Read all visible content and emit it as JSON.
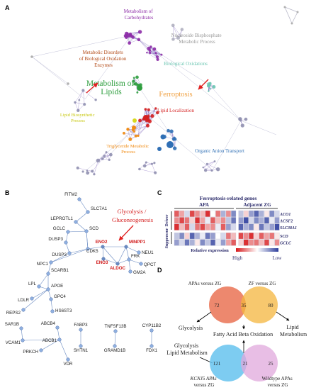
{
  "panels": {
    "a": "A",
    "b": "B",
    "c": "C",
    "d": "D"
  },
  "network": {
    "labels": [
      {
        "key": "carb",
        "text": [
          "Metabolism of",
          "Carbohydrates"
        ],
        "color": "#8d2ca7"
      },
      {
        "key": "nucleo",
        "text": [
          "Nucleoside Bisphosphate",
          "Metabolic Process"
        ],
        "color": "#9a9a9a"
      },
      {
        "key": "disorders",
        "text": [
          "Metabolic Disorders",
          "of Biological Oxidation",
          "Enzymes"
        ],
        "color": "#b34a16"
      },
      {
        "key": "bioox",
        "text": [
          "Biological Oxidations"
        ],
        "color": "#6cc6b2"
      },
      {
        "key": "lipids",
        "text": [
          "Metabolism of",
          "Lipids"
        ],
        "color": "#2e9e3e"
      },
      {
        "key": "ferro",
        "text": [
          "Ferroptosis"
        ],
        "color": "#f0a040"
      },
      {
        "key": "lipidbio",
        "text": [
          "Lipid Biosynthetic",
          "Process"
        ],
        "color": "#d8d820"
      },
      {
        "key": "lipidloc",
        "text": [
          "Lipid Localization"
        ],
        "color": "#d42020"
      },
      {
        "key": "trig",
        "text": [
          "Triglyceride Metabolic",
          "Process"
        ],
        "color": "#f08a10"
      },
      {
        "key": "anion",
        "text": [
          "Organic Anion Transport"
        ],
        "color": "#2f6fb5"
      }
    ]
  },
  "ppi": {
    "annotation": [
      "Glycolysis /",
      "Gluconeogenesis"
    ],
    "genes": [
      "FITM2",
      "SLC7A1",
      "LEPROTL1",
      "SCD",
      "GCLC",
      "DUSP3",
      "DUSP3",
      "CDK5",
      "NPC1",
      "SCARB1",
      "LPL",
      "APOE",
      "LDLR",
      "GPC4",
      "REPS2",
      "HS6ST3",
      "ENO2",
      "MINPP1",
      "ENO3",
      "ALDOC",
      "NEU1",
      "FRK",
      "QPCT",
      "GM2A",
      "SAR1B",
      "VCAM1",
      "PRKCH",
      "ABCB4",
      "ABCB1",
      "VDR",
      "FABP3",
      "SHTN1",
      "TNFSF13B",
      "GRAMD1B",
      "CYP11B2",
      "FDX1"
    ]
  },
  "heatmap": {
    "title": "Ferroptosis-related genes",
    "groups": [
      "APA",
      "Adjacent ZG"
    ],
    "row_groups": [
      "Driver",
      "Suppressor"
    ],
    "genes": [
      "ACO1",
      "ACSF2",
      "SLC38A1",
      "SCD",
      "GCLC"
    ],
    "legend_title": "Relative expression",
    "legend_high": "High",
    "legend_low": "Low",
    "values": [
      [
        0.7,
        0.4,
        -0.2,
        0.8,
        0.5,
        0.3,
        0.9,
        0.0,
        0.6,
        -0.4,
        0.5,
        -0.6,
        -0.3,
        0.2,
        -0.5,
        -0.8,
        -0.4,
        0.1,
        -0.6,
        -0.2
      ],
      [
        0.5,
        0.8,
        0.6,
        0.2,
        0.9,
        0.4,
        -0.1,
        0.7,
        0.3,
        0.5,
        -0.3,
        -0.7,
        -0.5,
        -0.9,
        -0.2,
        -0.6,
        -0.4,
        -0.8,
        -0.1,
        -0.5
      ],
      [
        0.9,
        0.3,
        0.7,
        -0.2,
        0.6,
        0.8,
        0.4,
        0.5,
        -0.1,
        0.7,
        -0.5,
        -0.2,
        -0.8,
        -0.4,
        -0.6,
        0.1,
        -0.7,
        -0.3,
        -0.5,
        -0.9
      ],
      [
        -0.3,
        -0.6,
        0.2,
        -0.8,
        -0.4,
        -0.1,
        -0.7,
        -0.5,
        0.0,
        -0.2,
        0.6,
        0.3,
        0.8,
        0.5,
        0.9,
        0.2,
        0.7,
        0.4,
        0.6,
        0.1
      ],
      [
        -0.5,
        -0.2,
        -0.7,
        -0.4,
        0.1,
        -0.6,
        -0.3,
        -0.8,
        -0.1,
        -0.5,
        0.4,
        0.7,
        0.2,
        0.9,
        0.5,
        0.6,
        0.3,
        0.8,
        0.1,
        0.5
      ]
    ],
    "color_high": "#d7191c",
    "color_low": "#2c3d9c"
  },
  "venn": {
    "top_left_title": "APAs versus ZG",
    "top_right_title": "ZF versus ZG",
    "top_left_only": "72",
    "top_overlap": "35",
    "top_right_only": "80",
    "glycolysis": "Glycolysis",
    "lipid_metabolism": [
      "Lipid",
      "Metabolism"
    ],
    "fabo": "Fatty Acid Beta Oxidation",
    "bottom_left_note": [
      "Glycolysis",
      "Lipid Metabolism"
    ],
    "bottom_left_only": "121",
    "bottom_overlap": "21",
    "bottom_right_only": "25",
    "bottom_left_title": [
      "KCNJ5 APAs",
      "versus ZG"
    ],
    "bottom_right_title": [
      "Wildtype APAs",
      "versus ZG"
    ],
    "colors": {
      "orange_red": "#ea7355",
      "yellow": "#f4b63e",
      "blue": "#66c3ef",
      "pink": "#e0a8dc"
    }
  }
}
